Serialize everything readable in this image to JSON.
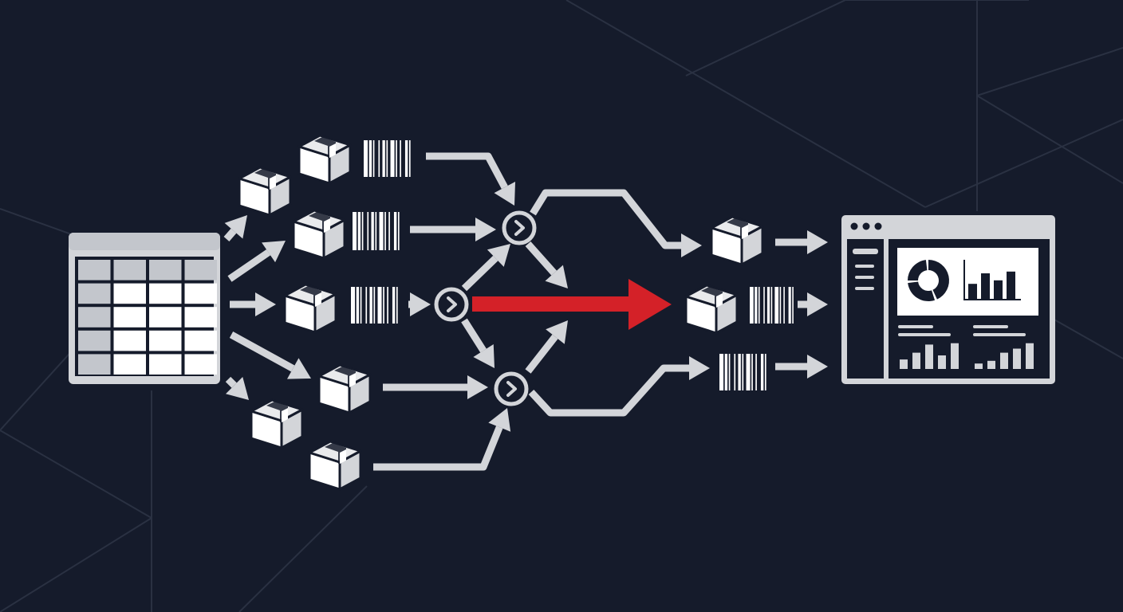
{
  "colors": {
    "background": "#151b2b",
    "grid_line": "#2a3142",
    "foreground": "#d3d5d9",
    "panel_fill": "#ffffff",
    "accent": "#d42128",
    "dark": "#151b2b"
  },
  "icons": {
    "source": "spreadsheet-icon",
    "item": "package-box-icon",
    "label": "barcode-icon",
    "junction": "router-node-icon",
    "destination": "dashboard-window-icon"
  },
  "diagram": {
    "source_grid": {
      "rows": 5,
      "columns": 4
    },
    "junction_count": 3,
    "highlighted_route": "middle",
    "destination": {
      "donut_segments_pct": [
        45,
        30,
        25
      ],
      "top_bars": [
        0.45,
        0.75,
        0.55,
        0.8
      ],
      "bottom_left_bars": [
        0.35,
        0.6,
        0.9,
        0.5,
        0.95
      ],
      "bottom_right_bars": [
        0.2,
        0.3,
        0.6,
        0.75,
        0.95
      ]
    }
  }
}
